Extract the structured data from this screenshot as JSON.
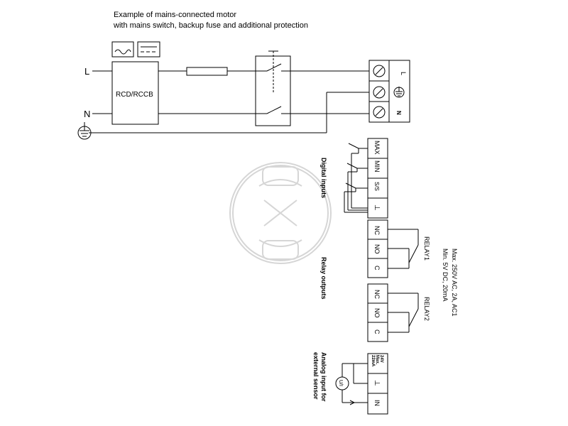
{
  "caption": {
    "line1": "Example of mains-connected motor",
    "line2": "with mains switch, backup fuse and additional protection"
  },
  "mains": {
    "line_label": "L",
    "neutral_label": "N",
    "rcd_label": "RCD/RCCB"
  },
  "terminals_mains": {
    "l_label": "L",
    "n_label": "N"
  },
  "digital_inputs": {
    "group_label": "Digital inputs",
    "terminals": [
      "MAX",
      "MIN",
      "S/S",
      "⊥"
    ]
  },
  "relay_outputs": {
    "group_label": "Relay outputs",
    "relay1_label": "RELAY1",
    "relay2_label": "RELAY2",
    "relay1_terminals": [
      "NC",
      "NO",
      "C"
    ],
    "relay2_terminals": [
      "NC",
      "NO",
      "C"
    ],
    "rating_line1": "Max. 250V AC, 2A, AC1",
    "rating_line2": "Min. 5V DC, 20mA"
  },
  "analog_input": {
    "group_label_line1": "Analog input for",
    "group_label_line2": "external sensor",
    "sensor_symbol": "U/I",
    "supply_line1": "24V",
    "supply_line2": "Max.",
    "supply_line3": "22mA",
    "terminals": [
      "⊥",
      "IN"
    ]
  },
  "icons": {
    "watermark": "tool-watermark-icon",
    "earth": "earth-ground-icon",
    "ac": "ac-symbol-icon",
    "dc": "dc-symbol-icon"
  }
}
